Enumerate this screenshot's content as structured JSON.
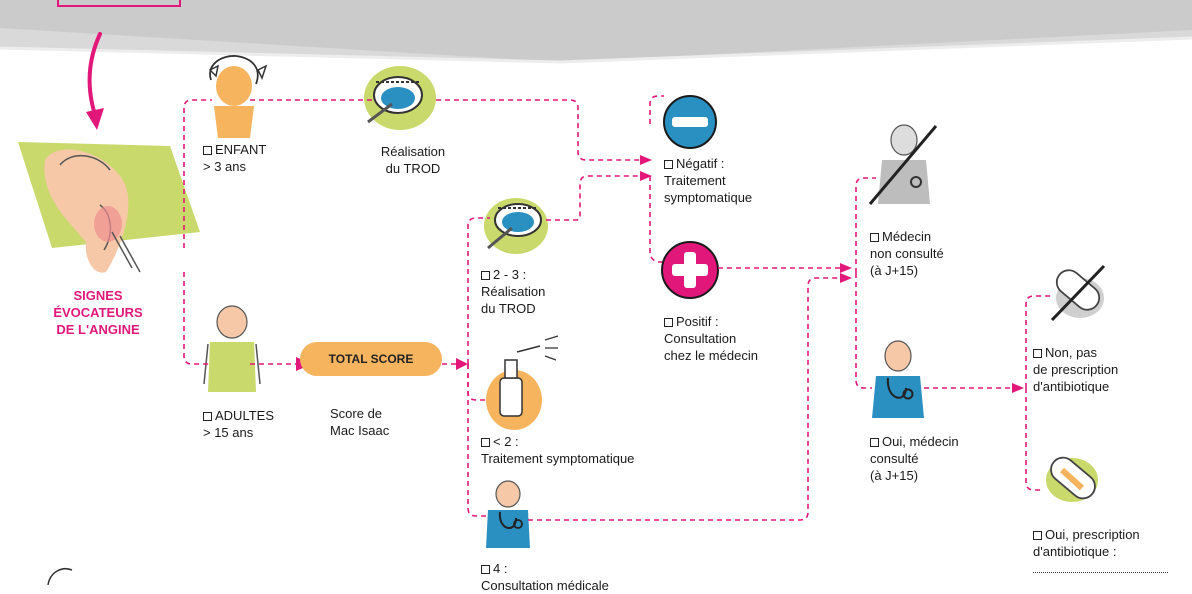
{
  "colors": {
    "pink": "#e2177a",
    "orange": "#f6b45f",
    "green": "#c9d96b",
    "blue": "#2a8fc1",
    "grey": "#bdbdbd"
  },
  "entry": {
    "title_lines": [
      "SIGNES",
      "ÉVOCATEURS",
      "DE L'ANGINE"
    ]
  },
  "enfant": {
    "lines": [
      "ENFANT",
      "> 3 ans"
    ]
  },
  "adultes": {
    "lines": [
      "ADULTES",
      "> 15 ans"
    ]
  },
  "trod_enfant": {
    "lines": [
      "Réalisation",
      "du TROD"
    ]
  },
  "total_score": {
    "label": "TOTAL SCORE"
  },
  "score_caption": {
    "lines": [
      "Score de",
      "Mac Isaac"
    ]
  },
  "score_23": {
    "lines": [
      "2 - 3 :",
      "Réalisation",
      "du TROD"
    ]
  },
  "score_lt2": {
    "lines": [
      "< 2 :",
      "Traitement symptomatique"
    ]
  },
  "score_4": {
    "lines": [
      "4 :",
      "Consultation médicale"
    ]
  },
  "negatif": {
    "lines": [
      "Négatif :",
      "Traitement",
      "symptomatique"
    ]
  },
  "positif": {
    "lines": [
      "Positif :",
      "Consultation",
      "chez le médecin"
    ]
  },
  "medecin_non": {
    "lines": [
      "Médecin",
      "non consulté",
      "(à J+15)"
    ]
  },
  "medecin_oui": {
    "lines": [
      "Oui, médecin",
      "consulté",
      "(à J+15)"
    ]
  },
  "antibio_non": {
    "lines": [
      "Non, pas",
      "de prescription",
      "d'antibiotique"
    ]
  },
  "antibio_oui": {
    "lines": [
      "Oui, prescription",
      "d'antibiotique :"
    ]
  },
  "icons": [
    "hand-arrow-icon",
    "sore-throat-icon",
    "child-icon",
    "adult-icon",
    "open-mouth-icon",
    "minus-icon",
    "plus-icon",
    "spray-icon",
    "doctor-icon",
    "crossed-doctor-icon",
    "crossed-pill-icon",
    "pill-icon"
  ]
}
